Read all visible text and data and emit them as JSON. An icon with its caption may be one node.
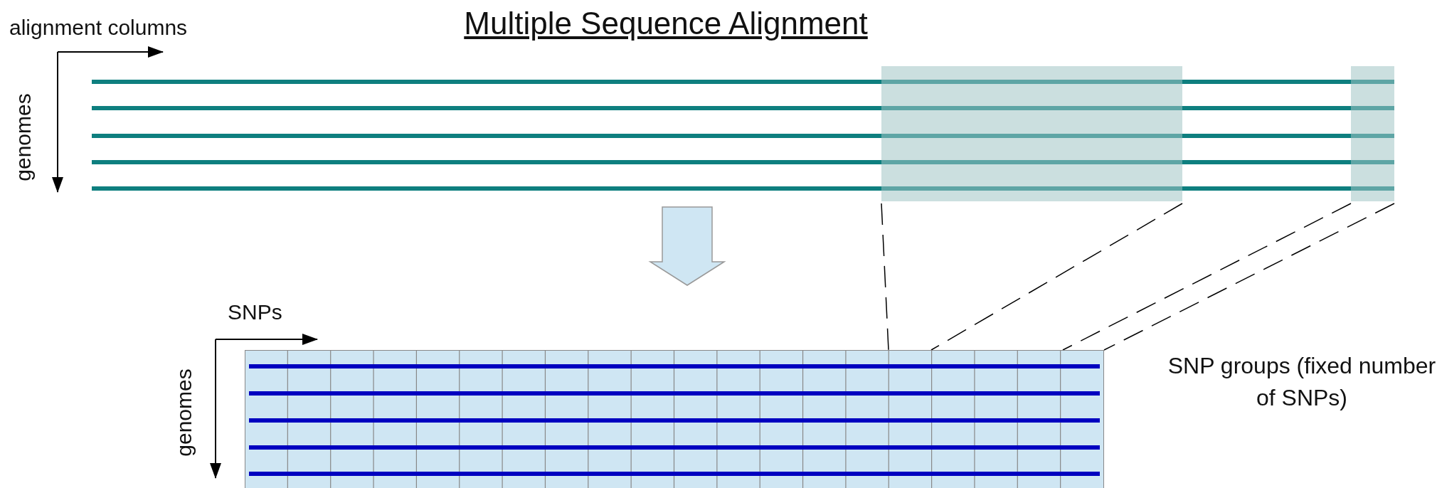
{
  "diagram": {
    "title": "Multiple Sequence Alignment",
    "nodes": [
      {
        "text": [],
        "shape": "picture"
      },
      {
        "text": [],
        "shape": "picture"
      },
      {
        "text": [],
        "shape": "box",
        "in": 0
      },
      {
        "text": [],
        "shape": "box",
        "in": 0
      }
    ],
    "edges": [
      {
        "from": 0,
        "to": 1,
        "arrow": "to",
        "style": "thick"
      },
      {
        "from": 2,
        "to": 1,
        "arrow": "none",
        "style": "dashed"
      },
      {
        "from": 2,
        "to": 1,
        "arrow": "none",
        "style": "dashed"
      },
      {
        "from": 3,
        "to": 1,
        "arrow": "none",
        "style": "dashed"
      },
      {
        "from": 3,
        "to": 1,
        "arrow": "none",
        "style": "dashed"
      }
    ],
    "labels": [
      "alignment columns",
      "genomes",
      "SNPs",
      "genomes",
      "SNP groups (fixed number of SNPs)"
    ]
  }
}
